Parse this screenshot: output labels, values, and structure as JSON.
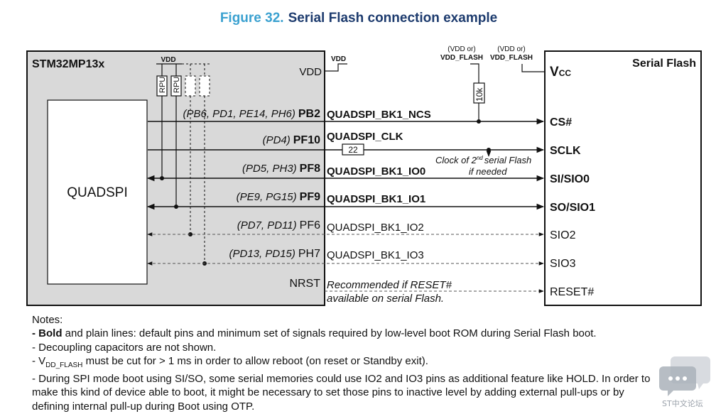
{
  "figure": {
    "number": "Figure 32.",
    "title": "Serial Flash connection example"
  },
  "mcu": {
    "name": "STM32MP13x",
    "vdd_label": "VDD",
    "pullup_vdd": "VDD",
    "rpu": "RPU",
    "block": "QUADSPI"
  },
  "pins": [
    {
      "alt": "(PB6, PD1, PE14, PH6)",
      "pin": "PB2",
      "signal": "QUADSPI_BK1_NCS",
      "bold": true
    },
    {
      "alt": "(PD4)",
      "pin": "PF10",
      "signal": "QUADSPI_CLK",
      "bold": true
    },
    {
      "alt": "(PD5, PH3)",
      "pin": "PF8",
      "signal": "QUADSPI_BK1_IO0",
      "bold": true
    },
    {
      "alt": "(PE9, PG15)",
      "pin": "PF9",
      "signal": "QUADSPI_BK1_IO1",
      "bold": true
    },
    {
      "alt": "(PD7, PD11)",
      "pin": "PF6",
      "signal": "QUADSPI_BK1_IO2",
      "bold": false
    },
    {
      "alt": "(PD13, PD15)",
      "pin": "PH7",
      "signal": "QUADSPI_BK1_IO3",
      "bold": false
    }
  ],
  "nrst": {
    "pin": "NRST",
    "note_line1": "Recommended if RESET#",
    "note_line2": "available on serial Flash."
  },
  "middle": {
    "vdd": "VDD",
    "vdd_or_1": "(VDD or)",
    "vdd_flash_1": "VDD_FLASH",
    "vdd_or_2": "(VDD or)",
    "vdd_flash_2": "VDD_FLASH",
    "resistor_10k": "10k",
    "resistor_22": "22",
    "clock_note_1a": "Clock of 2",
    "clock_note_1sup": "nd",
    "clock_note_1b": "serial Flash",
    "clock_note_2": "if needed"
  },
  "flash": {
    "name": "Serial Flash",
    "vcc_v": "V",
    "vcc_cc": "CC",
    "pins": [
      "CS#",
      "SCLK",
      "SI/SIO0",
      "SO/SIO1",
      "SIO2",
      "SIO3",
      "RESET#"
    ]
  },
  "notes": {
    "heading": "Notes:",
    "bold_word": "- Bold",
    "line1_rest": " and plain lines: default pins and minimum set of signals required by low-level boot ROM during Serial Flash boot.",
    "line2": "- Decoupling capacitors are not shown.",
    "line3_pre": "- V",
    "line3_sub": "DD_FLASH",
    "line3_post": " must be cut for > 1 ms in order to allow reboot (on reset or Standby exit).",
    "line4": "- During SPI mode boot using SI/SO, some serial memories could use IO2 and IO3 pins as additional feature like HOLD. In order to",
    "line5": "make this kind of device able to boot, it might be necessary to set those pins to inactive level by adding external pull-ups or by",
    "line6": "defining internal pull-up during Boot using OTP."
  },
  "watermark": {
    "text": "ST中文论坛"
  },
  "colors": {
    "title_number": "#3ba1d0",
    "title_text": "#1d3b6e",
    "mcu_fill": "#d9d9d9"
  }
}
